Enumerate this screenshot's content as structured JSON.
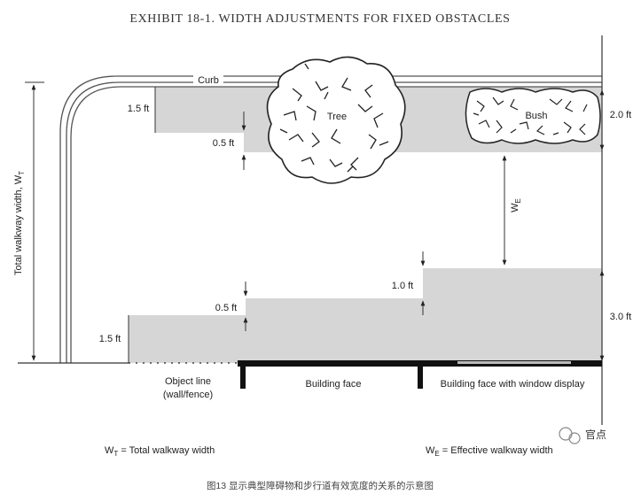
{
  "figure": {
    "title": "EXHIBIT 18-1.  WIDTH ADJUSTMENTS FOR FIXED OBSTACLES",
    "curb_label": "Curb",
    "tree_label": "Tree",
    "bush_label": "Bush",
    "total_width_label": "Total walkway width, W",
    "total_width_sub": "T",
    "effective_width_symbol": "W",
    "effective_width_sub": "E",
    "dims": {
      "tree_left_top": "1.5 ft",
      "tree_left_bottom": "0.5 ft",
      "bush_right": "2.0 ft",
      "bottom_left": "1.5 ft",
      "bottom_mid": "0.5 ft",
      "bottom_right_step": "1.0 ft",
      "bottom_right": "3.0 ft"
    },
    "ground_labels": {
      "object_line_1": "Object line",
      "object_line_2": "(wall/fence)",
      "building_face": "Building face",
      "building_face_window": "Building face with window display"
    },
    "legend": {
      "wt_symbol": "W",
      "wt_sub": "T",
      "wt_text": " = Total walkway width",
      "we_symbol": "W",
      "we_sub": "E",
      "we_text": " = Effective walkway width"
    }
  },
  "caption": "图13 显示典型障碍物和步行道有效宽度的关系的示意图",
  "watermark": "官点",
  "colors": {
    "shade": "#d6d6d6",
    "line": "#222222",
    "ground": "#111111"
  }
}
